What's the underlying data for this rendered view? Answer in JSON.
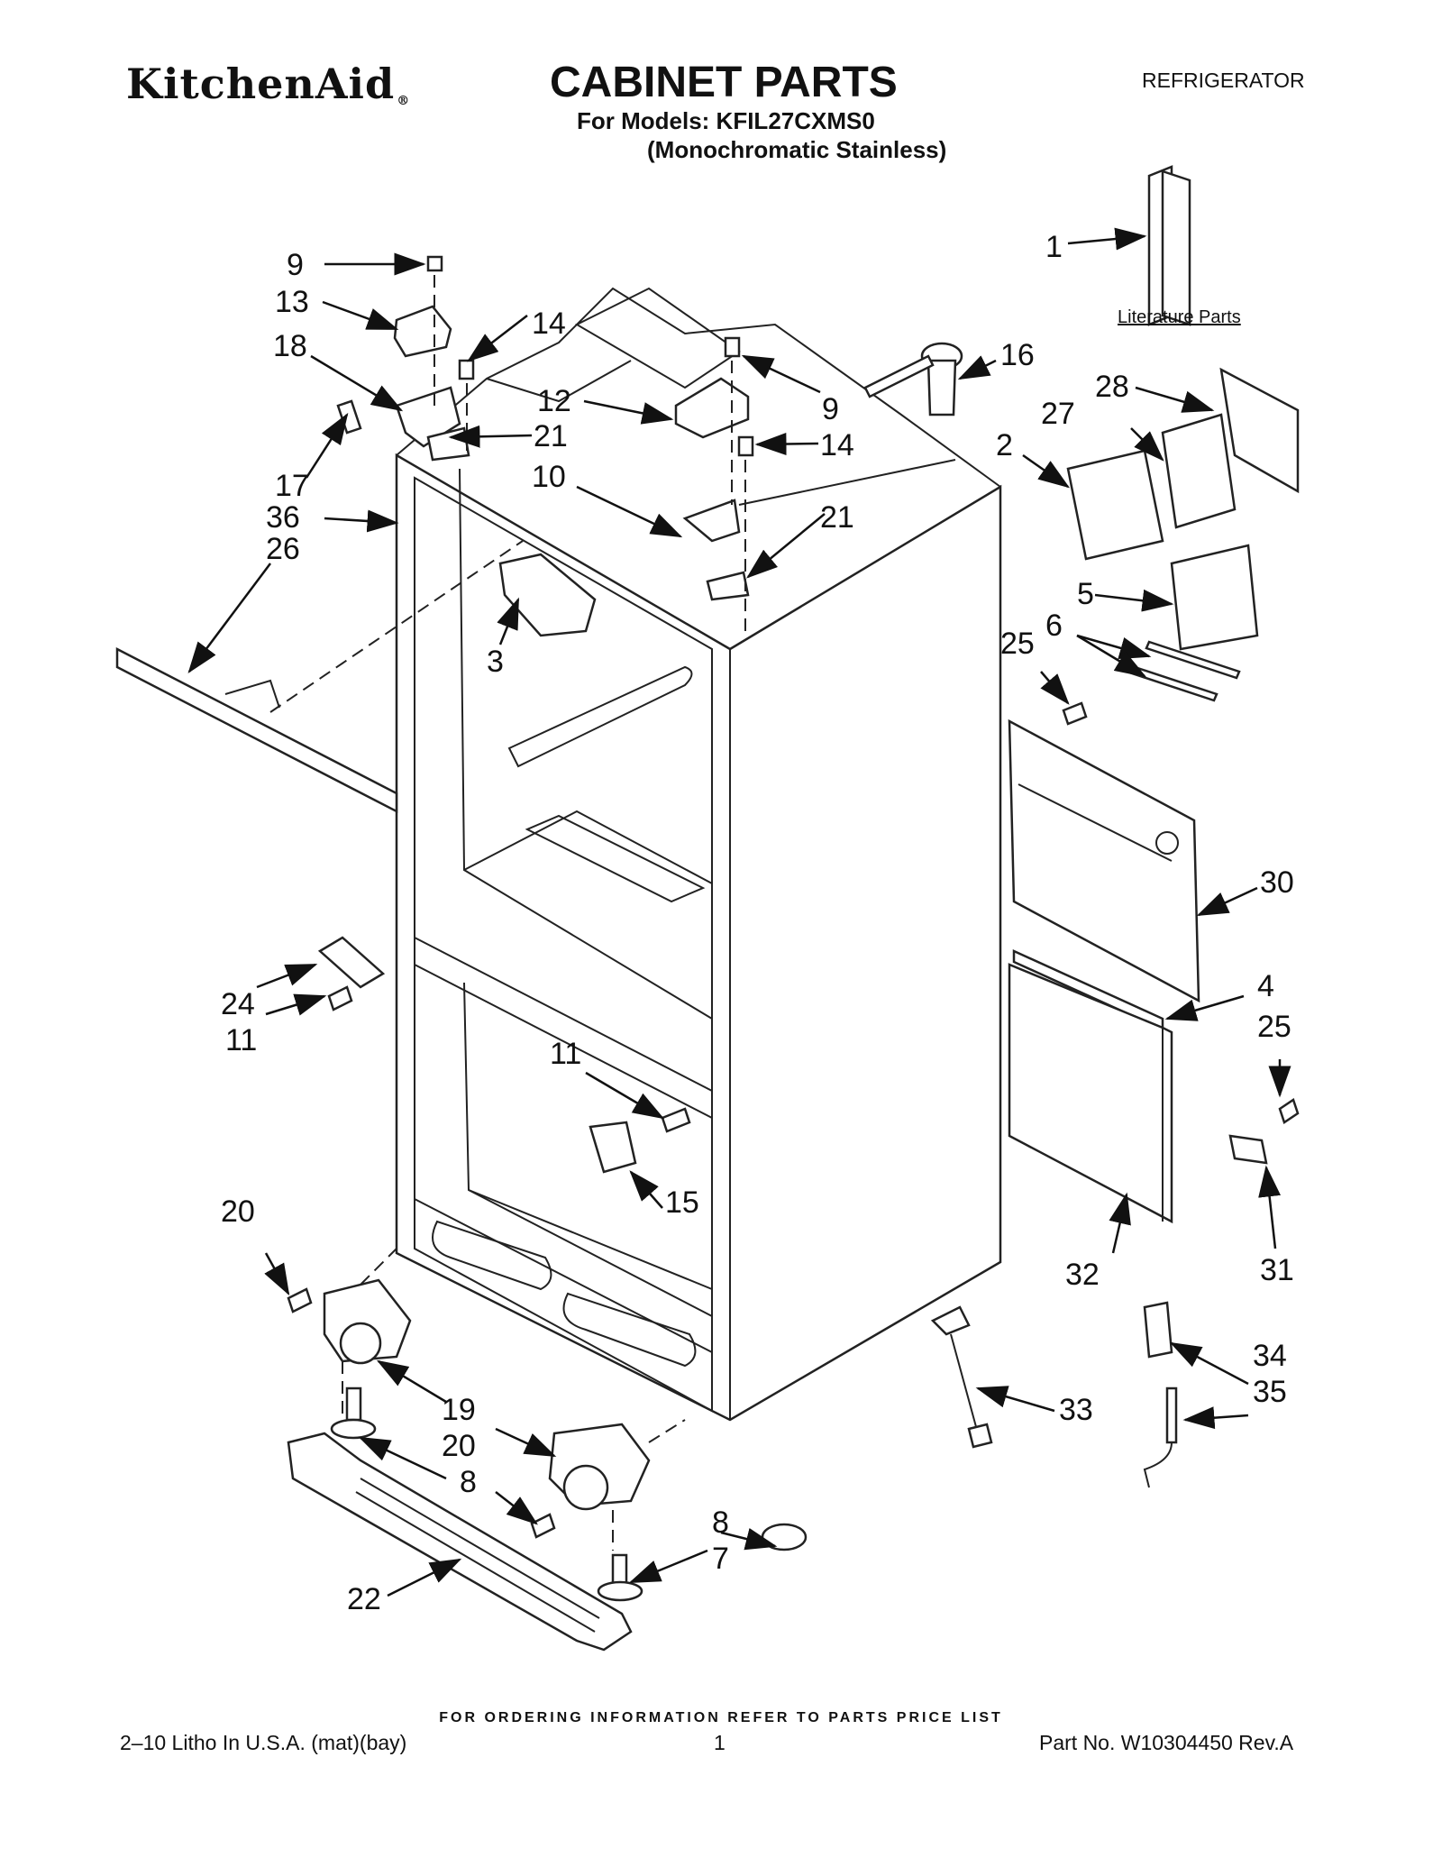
{
  "header": {
    "brand": "KitchenAid",
    "brand_mark": "®",
    "title": "CABINET PARTS",
    "models_line1": "For Models: KFIL27CXMS0",
    "models_line2": "(Monochromatic Stainless)",
    "category": "REFRIGERATOR"
  },
  "literature_label": "Literature Parts",
  "callouts": {
    "c1": "1",
    "c2": "2",
    "c3": "3",
    "c4": "4",
    "c5": "5",
    "c6": "6",
    "c7": "7",
    "c8a": "8",
    "c8b": "8",
    "c9a": "9",
    "c9b": "9",
    "c10": "10",
    "c11a": "11",
    "c11b": "11",
    "c12": "12",
    "c13": "13",
    "c14a": "14",
    "c14b": "14",
    "c15": "15",
    "c16": "16",
    "c17": "17",
    "c18": "18",
    "c19": "19",
    "c20a": "20",
    "c20b": "20",
    "c21a": "21",
    "c21b": "21",
    "c22": "22",
    "c24": "24",
    "c25a": "25",
    "c25b": "25",
    "c26": "26",
    "c27": "27",
    "c28": "28",
    "c30": "30",
    "c31": "31",
    "c32": "32",
    "c33": "33",
    "c34": "34",
    "c35": "35",
    "c36": "36"
  },
  "footer": {
    "ordering_note": "FOR ORDERING INFORMATION REFER TO PARTS PRICE LIST",
    "litho": "2–10 Litho In U.S.A. (mat)(bay)",
    "page": "1",
    "part_no": "Part No. W10304450 Rev.A"
  }
}
